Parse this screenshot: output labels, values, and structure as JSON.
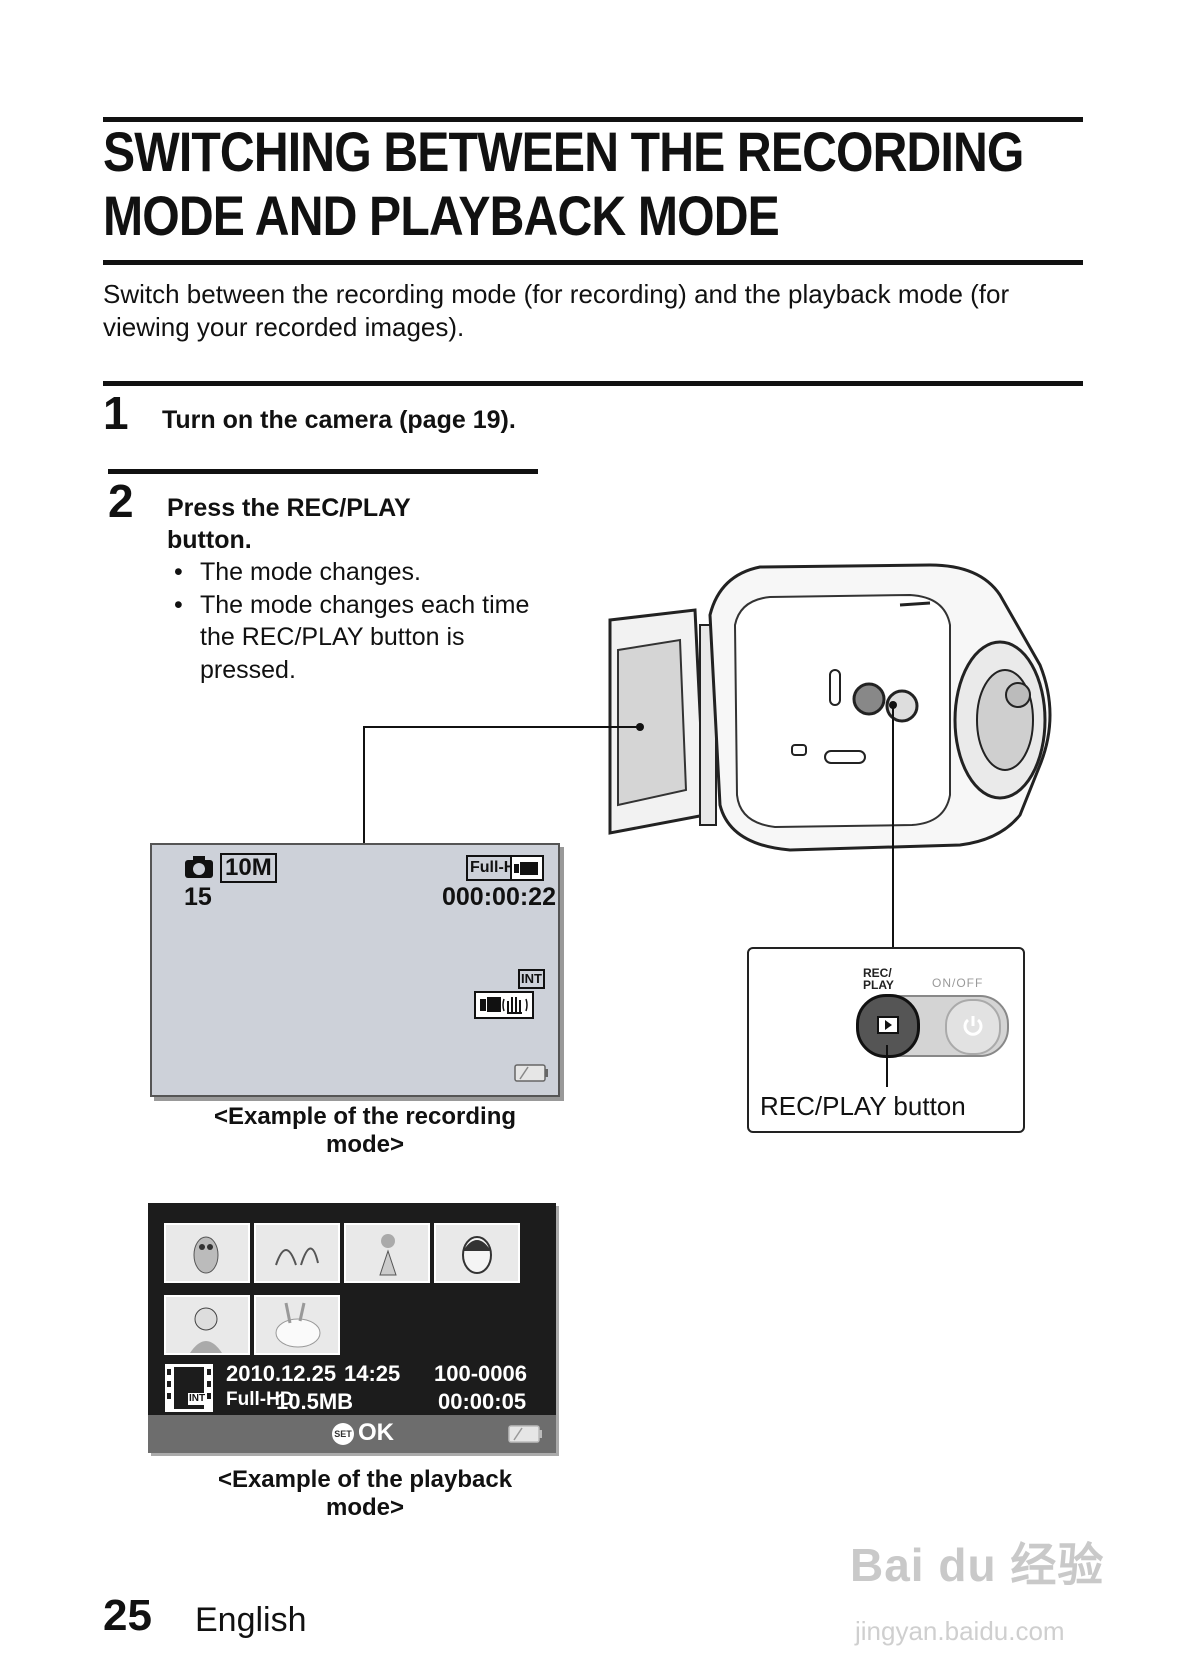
{
  "page": {
    "title_line1": "SWITCHING BETWEEN THE RECORDING",
    "title_line2": "MODE AND PLAYBACK MODE",
    "intro": "Switch between the recording mode (for recording) and the playback mode (for viewing your recorded images).",
    "page_number": "25",
    "language": "English"
  },
  "steps": [
    {
      "number": "1",
      "text": "Turn on the camera (page 19)."
    },
    {
      "number": "2",
      "text_line1": "Press the REC/PLAY",
      "text_line2": "button.",
      "bullets": [
        "The mode changes.",
        "The mode changes each time the REC/PLAY button is pressed."
      ]
    }
  ],
  "recording_screen": {
    "resolution": "10M",
    "shots_left": "15",
    "quality": "Full-HD",
    "time_left": "000:00:22",
    "storage": "INT",
    "caption_line1": "<Example of the recording",
    "caption_line2": "mode>"
  },
  "playback_screen": {
    "date": "2010.12.25",
    "time": "14:25",
    "file_number": "100-0006",
    "quality": "Full-HD",
    "file_size": "10.5MB",
    "duration": "00:00:05",
    "storage": "INT",
    "set_label": "SET",
    "ok_label": "OK",
    "caption_line1": "<Example of the playback",
    "caption_line2": "mode>"
  },
  "camera_callout": {
    "rec_play_top": "REC/",
    "rec_play_bottom": "PLAY",
    "on_off": "ON/OFF",
    "label": "REC/PLAY button"
  },
  "watermark": {
    "main": "Bai du 经验",
    "sub": "jingyan.baidu.com"
  }
}
